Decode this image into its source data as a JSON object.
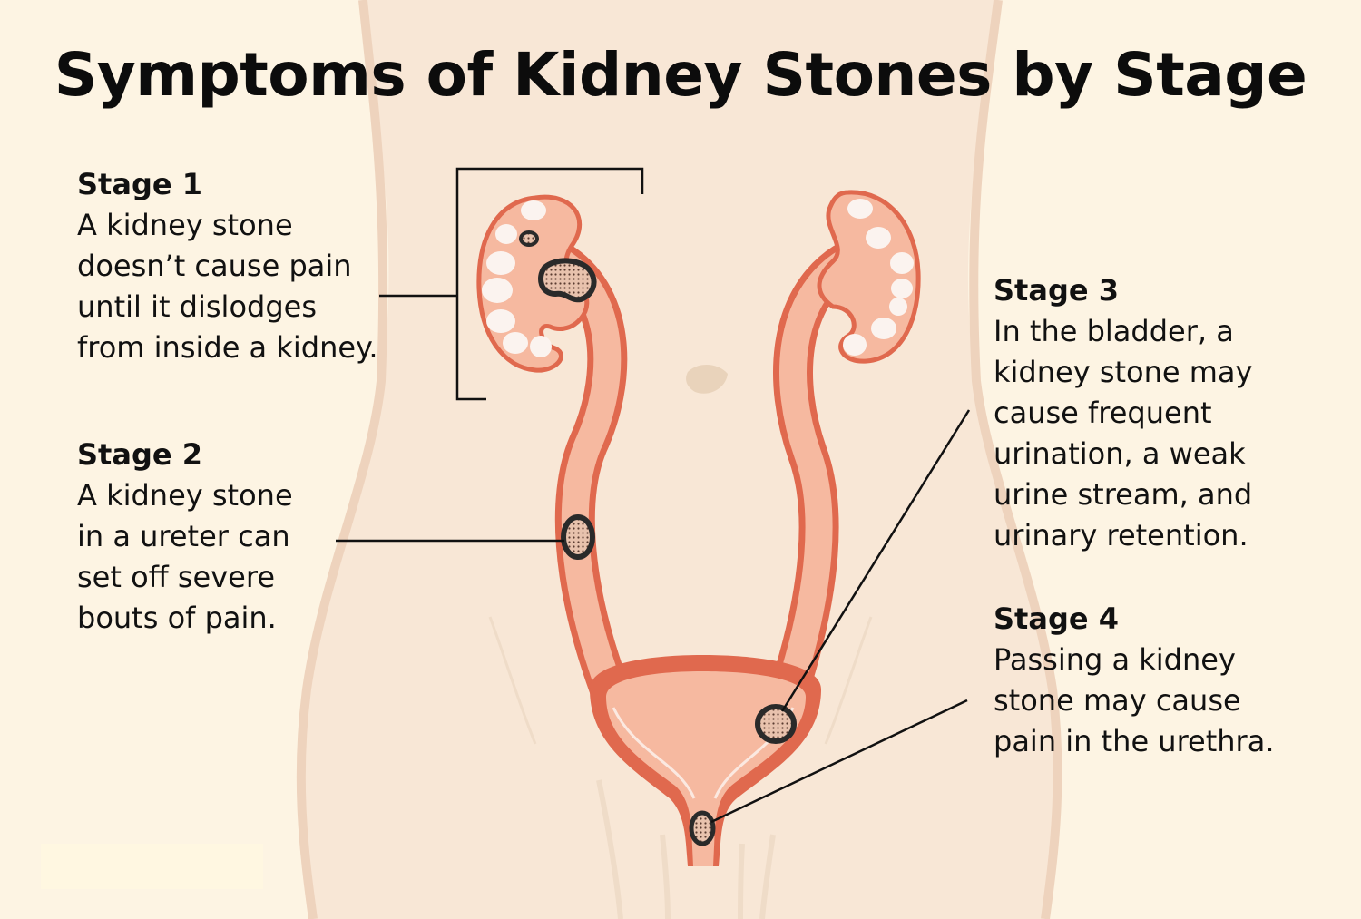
{
  "title": "Symptoms of Kidney Stones by Stage",
  "colors": {
    "background": "#fdf4e3",
    "body_silhouette": "#f8e7d6",
    "organ_fill": "#f6b9a0",
    "organ_outline": "#e0694e",
    "stone_outline": "#2a2a2a",
    "calyx_white": "#fbf3ef"
  },
  "stages": [
    {
      "heading": "Stage 1",
      "text": "A kidney stone\ndoesn’t cause pain\nuntil it dislodges\nfrom inside a kidney.",
      "location": "kidney"
    },
    {
      "heading": "Stage 2",
      "text": "A kidney stone\nin a ureter can\nset off severe\nbouts of pain.",
      "location": "ureter"
    },
    {
      "heading": "Stage 3",
      "text": "In the bladder, a\nkidney stone may\ncause frequent\nurination, a weak\nurine stream, and\nurinary retention.",
      "location": "bladder"
    },
    {
      "heading": "Stage 4",
      "text": "Passing a kidney\nstone may cause\npain in the urethra.",
      "location": "urethra"
    }
  ]
}
